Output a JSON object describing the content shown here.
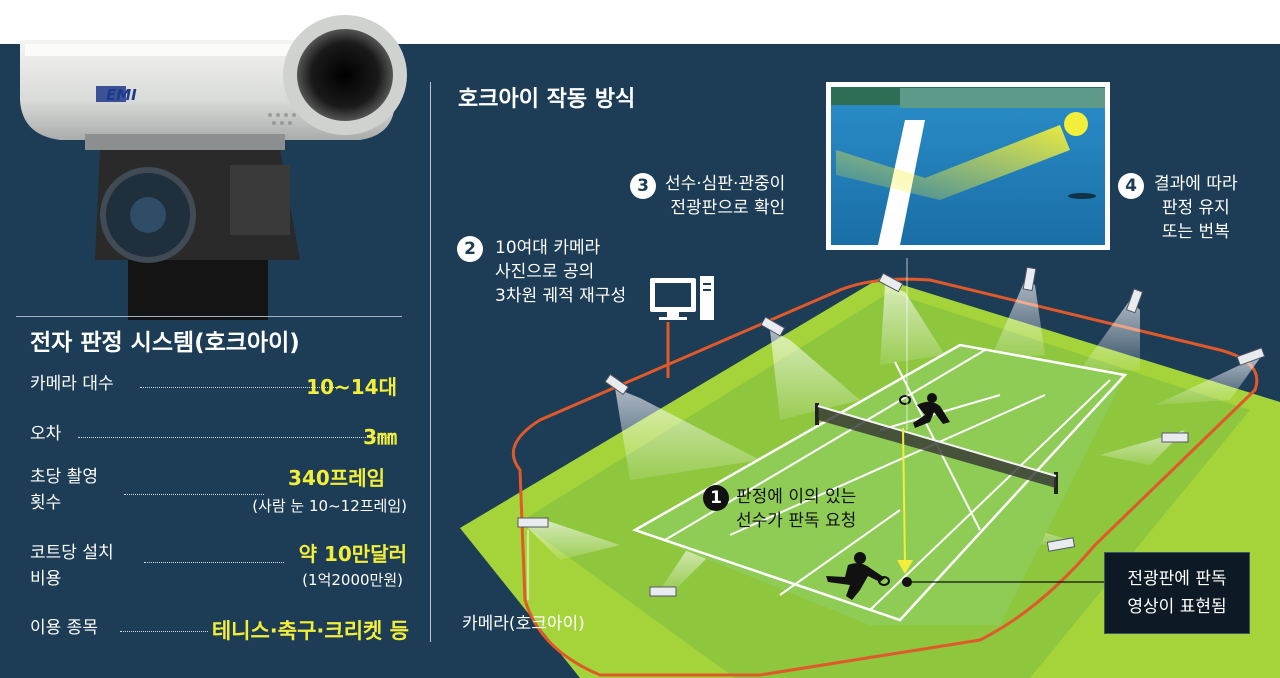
{
  "camera": {
    "brand_logo": "EMI"
  },
  "spec_panel": {
    "title": "전자 판정 시스템(호크아이)",
    "rows": [
      {
        "label": "카메라 대수",
        "value": "10~14대"
      },
      {
        "label": "오차",
        "value": "3㎜"
      },
      {
        "label": "초당 촬영\n횟수",
        "value": "340프레임",
        "sub": "(사람 눈 10~12프레임)"
      },
      {
        "label": "코트당 설치\n비용",
        "value": "약 10만달러",
        "sub": "(1억2000만원)"
      },
      {
        "label": "이용 종목",
        "value": "테니스·축구·크리켓 등"
      }
    ]
  },
  "diagram": {
    "title": "호크아이 작동 방식",
    "steps": [
      {
        "number": "1",
        "text": "판정에 이의 있는\n선수가 판독 요청"
      },
      {
        "number": "2",
        "text": "10여대 카메라\n사진으로 공의\n3차원 궤적 재구성"
      },
      {
        "number": "3",
        "text": "선수·심판·관중이\n전광판으로 확인"
      },
      {
        "number": "4",
        "text": "결과에 따라\n판정 유지\n또는 번복"
      }
    ],
    "camera_label": "카메라(호크아이)",
    "callout": "전광판에 판독\n영상이 표현됨"
  },
  "colors": {
    "background": "#1d3c56",
    "accent_yellow": "#f3ee3a",
    "court_green": "#7fc13a",
    "track_orange": "#e0592a",
    "callout_bg": "#0d1a26"
  },
  "icons": [
    "camera-icon",
    "computer-icon",
    "player-silhouette-icon",
    "tennis-ball-icon",
    "scoreboard-screen"
  ]
}
